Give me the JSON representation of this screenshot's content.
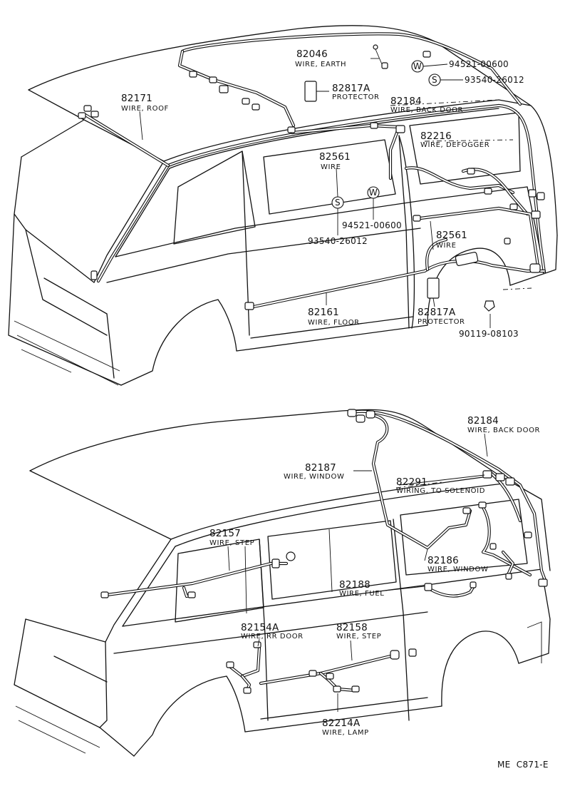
{
  "labels": {
    "l82046": {
      "part": "82046",
      "desc": "WIRE, EARTH"
    },
    "l82817a_top": {
      "part": "82817A",
      "desc": "PROTECTOR"
    },
    "l82171": {
      "part": "82171",
      "desc": "WIRE, ROOF"
    },
    "l82184_top": {
      "part": "82184",
      "desc": "WIRE, BACK DOOR"
    },
    "l82216": {
      "part": "82216",
      "desc": "WIRE, DEFOGGER"
    },
    "l82561_a": {
      "part": "82561",
      "desc": "WIRE"
    },
    "l82561_b": {
      "part": "82561",
      "desc": "WIRE"
    },
    "l82161": {
      "part": "82161",
      "desc": "WIRE, FLOOR"
    },
    "l82817a_bot": {
      "part": "82817A",
      "desc": "PROTECTOR"
    },
    "l82184_bot": {
      "part": "82184",
      "desc": "WIRE, BACK DOOR"
    },
    "l82187": {
      "part": "82187",
      "desc": "WIRE, WINDOW"
    },
    "l82291": {
      "part": "82291",
      "desc": "WIRING, TO SOLENOID"
    },
    "l82157": {
      "part": "82157",
      "desc": "WIRE, STEP"
    },
    "l82186": {
      "part": "82186",
      "desc": "WIRE, WINDOW"
    },
    "l82188": {
      "part": "82188",
      "desc": "WIRE, FUEL"
    },
    "l82154a": {
      "part": "82154A",
      "desc": "WIRE, RR DOOR"
    },
    "l82158": {
      "part": "82158",
      "desc": "WIRE, STEP"
    },
    "l82214a": {
      "part": "82214A",
      "desc": "WIRE, LAMP"
    }
  },
  "fasteners": {
    "w_top": {
      "symbol": "W",
      "part": "94521-00600"
    },
    "s_top": {
      "symbol": "S",
      "part": "93540-26012"
    },
    "w_mid": {
      "symbol": "W",
      "part": "94521-00600"
    },
    "s_mid": {
      "symbol": "S",
      "part": "93540-26012"
    },
    "bolt": {
      "part": "90119-08103"
    }
  },
  "figure_code": "ME  C871-E"
}
